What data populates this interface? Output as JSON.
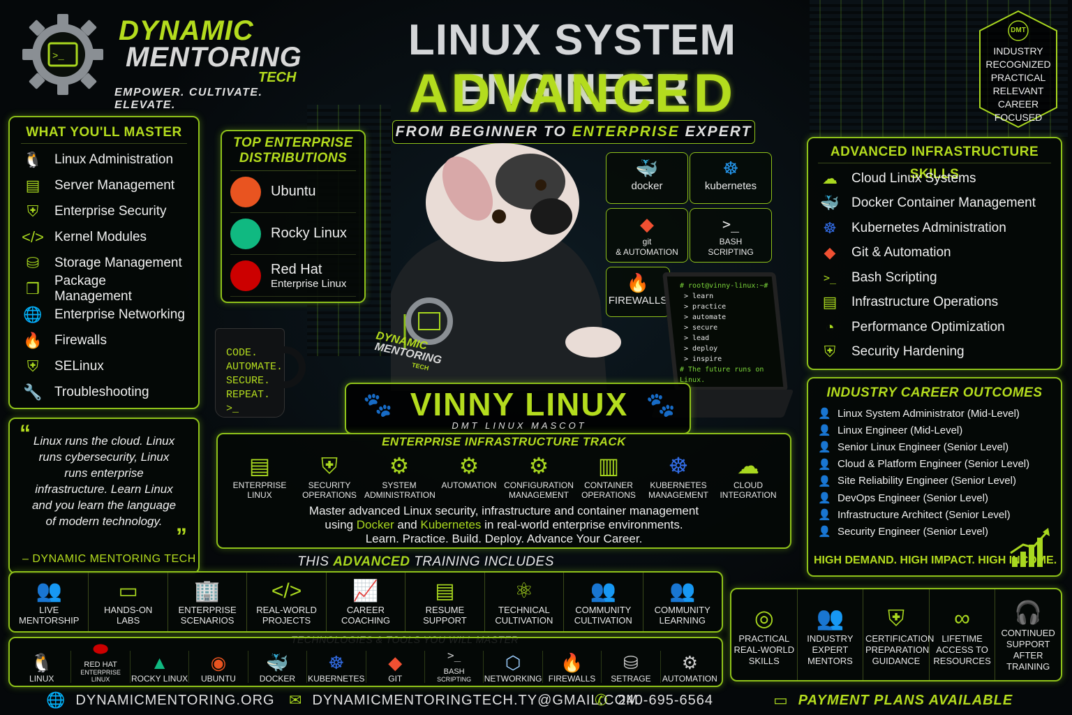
{
  "brand": {
    "line1": "DYNAMIC",
    "line2": "MENTORING",
    "line3": "TECH",
    "tagline": "EMPOWER. CULTIVATE. ELEVATE."
  },
  "title": {
    "line1": "LINUX SYSTEM ENGINEER",
    "line2": "ADVANCED",
    "subtitle_a": "FROM BEGINNER TO",
    "subtitle_b": "ENTERPRISE",
    "subtitle_c": "EXPERT"
  },
  "badge": {
    "logo": "DMT",
    "lines": [
      "INDUSTRY",
      "RECOGNIZED",
      "PRACTICAL",
      "RELEVANT",
      "CAREER",
      "FOCUSED"
    ]
  },
  "master": {
    "heading": "WHAT YOU'LL MASTER",
    "items": [
      {
        "label": "Linux Administration",
        "icon": "tux-icon",
        "glyph": "🐧"
      },
      {
        "label": "Server Management",
        "icon": "server-icon",
        "glyph": "▤"
      },
      {
        "label": "Enterprise Security",
        "icon": "shield-icon",
        "glyph": "⛨"
      },
      {
        "label": "Kernel Modules",
        "icon": "code-icon",
        "glyph": "</>"
      },
      {
        "label": "Storage Management",
        "icon": "database-icon",
        "glyph": "⛁"
      },
      {
        "label": "Package Management",
        "icon": "package-icon",
        "glyph": "❒"
      },
      {
        "label": "Enterprise Networking",
        "icon": "globe-icon",
        "glyph": "🌐"
      },
      {
        "label": "Firewalls",
        "icon": "flame-icon",
        "glyph": "🔥"
      },
      {
        "label": "SELinux",
        "icon": "shield-icon",
        "glyph": "⛨"
      },
      {
        "label": "Troubleshooting",
        "icon": "wrench-icon",
        "glyph": "🔧"
      }
    ]
  },
  "distros": {
    "heading_1": "TOP ENTERPRISE",
    "heading_2": "DISTRIBUTIONS",
    "items": [
      {
        "label": "Ubuntu",
        "sub": "",
        "icon": "ubuntu-icon",
        "color": "#e95420"
      },
      {
        "label": "Rocky Linux",
        "sub": "",
        "icon": "rocky-linux-icon",
        "color": "#10b981"
      },
      {
        "label": "Red Hat",
        "sub": "Enterprise Linux",
        "icon": "redhat-icon",
        "color": "#cc0000"
      }
    ]
  },
  "tool_tiles": [
    {
      "label": "docker",
      "sub": "",
      "icon": "docker-icon",
      "glyph": "🐳"
    },
    {
      "label": "kubernetes",
      "sub": "",
      "icon": "kubernetes-icon",
      "glyph": "☸"
    },
    {
      "label": "git",
      "sub": "& AUTOMATION",
      "icon": "git-icon",
      "glyph": "◆"
    },
    {
      "label": "BASH",
      "sub": "SCRIPTING",
      "icon": "terminal-icon",
      "glyph": ">_"
    },
    {
      "label": "FIREWALLS",
      "sub": "",
      "icon": "firewall-icon",
      "glyph": "🔥"
    }
  ],
  "mug": {
    "lines": [
      "CODE.",
      "AUTOMATE.",
      "SECURE.",
      "REPEAT.",
      ">_"
    ]
  },
  "terminal": {
    "prompt": "# root@vinny-linux:~#",
    "lines": [
      "> learn",
      "> practice",
      "> automate",
      "> secure",
      "> lead",
      "> deploy",
      "> inspire"
    ],
    "footer": "# The future runs on Linux."
  },
  "mascot": {
    "name": "VINNY LINUX",
    "caption": "DMT LINUX MASCOT",
    "hoodie_1": "DYNAMIC",
    "hoodie_2": "MENTORING",
    "hoodie_3": "TECH"
  },
  "advanced_skills": {
    "heading": "ADVANCED INFRASTRUCTURE SKILLS",
    "items": [
      {
        "label": "Cloud Linux Systems",
        "icon": "cloud-icon",
        "glyph": "☁"
      },
      {
        "label": "Docker Container Management",
        "icon": "docker-icon",
        "glyph": "🐳"
      },
      {
        "label": "Kubernetes Administration",
        "icon": "kubernetes-icon",
        "glyph": "☸"
      },
      {
        "label": "Git & Automation",
        "icon": "git-icon",
        "glyph": "◆"
      },
      {
        "label": "Bash Scripting",
        "icon": "terminal-icon",
        "glyph": ">_"
      },
      {
        "label": "Infrastructure Operations",
        "icon": "server-icon",
        "glyph": "▤"
      },
      {
        "label": "Performance Optimization",
        "icon": "gauge-icon",
        "glyph": "◔"
      },
      {
        "label": "Security Hardening",
        "icon": "shield-icon",
        "glyph": "⛨"
      }
    ]
  },
  "careers": {
    "heading": "INDUSTRY CAREER OUTCOMES",
    "items": [
      "Linux System Administrator (Mid-Level)",
      "Linux Engineer (Mid-Level)",
      "Senior Linux Engineer (Senior Level)",
      "Cloud & Platform Engineer (Senior Level)",
      "Site Reliability Engineer (Senior Level)",
      "DevOps Engineer (Senior Level)",
      "Infrastructure Architect (Senior Level)",
      "Security Engineer (Senior Level)"
    ],
    "footer": "HIGH DEMAND. HIGH IMPACT. HIGH INCOME."
  },
  "quote": {
    "text": "Linux runs the cloud. Linux runs cybersecurity, Linux runs enterprise infrastructure. Learn Linux and you learn the language of modern technology.",
    "attribution": "– DYNAMIC MENTORING TECH"
  },
  "track": {
    "heading": "ENTERPRISE INFRASTRUCTURE TRACK",
    "items": [
      {
        "label": "ENTERPRISE LINUX",
        "icon": "server-icon",
        "glyph": "▤"
      },
      {
        "label": "SECURITY OPERATIONS",
        "icon": "shield-icon",
        "glyph": "⛨"
      },
      {
        "label": "SYSTEM ADMINISTRATION",
        "icon": "gear-icon",
        "glyph": "⚙"
      },
      {
        "label": "AUTOMATION",
        "icon": "gear-icon",
        "glyph": "⚙"
      },
      {
        "label": "CONFIGURATION MANAGEMENT",
        "icon": "gear-icon",
        "glyph": "⚙"
      },
      {
        "label": "CONTAINER OPERATIONS",
        "icon": "container-icon",
        "glyph": "▥"
      },
      {
        "label": "KUBERNETES MANAGEMENT",
        "icon": "kubernetes-icon",
        "glyph": "☸"
      },
      {
        "label": "CLOUD INTEGRATION",
        "icon": "cloud-icon",
        "glyph": "☁"
      }
    ],
    "desc_1": "Master advanced Linux security, infrastructure and container management",
    "desc_2a": "using",
    "desc_2b": "Docker",
    "desc_2c": "and",
    "desc_2d": "Kubernetes",
    "desc_2e": "in real-world enterprise environments.",
    "desc_3": "Learn. Practice. Build. Deploy. Advance Your Career."
  },
  "includes": {
    "heading_a": "THIS",
    "heading_b": "ADVANCED",
    "heading_c": "TRAINING INCLUDES",
    "items": [
      {
        "label": "LIVE MENTORSHIP",
        "icon": "mentor-icon",
        "glyph": "👥"
      },
      {
        "label": "HANDS-ON LABS",
        "icon": "terminal-icon",
        "glyph": "▭"
      },
      {
        "label": "ENTERPRISE SCENARIOS",
        "icon": "building-icon",
        "glyph": "🏢"
      },
      {
        "label": "REAL-WORLD PROJECTS",
        "icon": "code-icon",
        "glyph": "</>"
      },
      {
        "label": "CAREER COACHING",
        "icon": "growth-icon",
        "glyph": "📈"
      },
      {
        "label": "RESUME SUPPORT",
        "icon": "resume-icon",
        "glyph": "▤"
      },
      {
        "label": "TECHNICAL CULTIVATION",
        "icon": "brain-icon",
        "glyph": "⚛"
      },
      {
        "label": "COMMUNITY CULTIVATION",
        "icon": "community-icon",
        "glyph": "👥"
      },
      {
        "label": "COMMUNITY LEARNING",
        "icon": "community-icon",
        "glyph": "👥"
      }
    ]
  },
  "benefits": [
    {
      "label": "PRACTICAL REAL-WORLD SKILLS",
      "icon": "target-icon",
      "glyph": "◎"
    },
    {
      "label": "INDUSTRY EXPERT MENTORS",
      "icon": "mentor-icon",
      "glyph": "👥"
    },
    {
      "label": "CERTIFICATION PREPARATION GUIDANCE",
      "icon": "certificate-icon",
      "glyph": "⛨"
    },
    {
      "label": "LIFETIME ACCESS TO RESOURCES",
      "icon": "infinity-icon",
      "glyph": "∞"
    },
    {
      "label": "CONTINUED SUPPORT AFTER TRAINING",
      "icon": "headset-icon",
      "glyph": "🎧"
    }
  ],
  "tech": {
    "heading": "TECHNOLOGIES & TOOLS YOU WILL MASTER",
    "items": [
      {
        "label": "LINUX",
        "sub": "",
        "icon": "tux-icon",
        "glyph": "🐧",
        "color": "#ffffff"
      },
      {
        "label": "RED HAT",
        "sub": "ENTERPRISE LINUX",
        "icon": "redhat-icon",
        "glyph": "⬬",
        "color": "#cc0000"
      },
      {
        "label": "ROCKY LINUX",
        "sub": "",
        "icon": "rocky-linux-icon",
        "glyph": "▲",
        "color": "#10b981"
      },
      {
        "label": "UBUNTU",
        "sub": "",
        "icon": "ubuntu-icon",
        "glyph": "◉",
        "color": "#e95420"
      },
      {
        "label": "DOCKER",
        "sub": "",
        "icon": "docker-icon",
        "glyph": "🐳",
        "color": "#2496ed"
      },
      {
        "label": "KUBERNETES",
        "sub": "",
        "icon": "kubernetes-icon",
        "glyph": "☸",
        "color": "#326ce5"
      },
      {
        "label": "GIT",
        "sub": "",
        "icon": "git-icon",
        "glyph": "◆",
        "color": "#f05032"
      },
      {
        "label": "BASH",
        "sub": "SCRIPTING",
        "icon": "terminal-icon",
        "glyph": ">_",
        "color": "#cccccc"
      },
      {
        "label": "NETWORKING",
        "sub": "",
        "icon": "network-icon",
        "glyph": "⬡",
        "color": "#9ecfff"
      },
      {
        "label": "FIREWALLS",
        "sub": "",
        "icon": "firewall-icon",
        "glyph": "🔥",
        "color": "#ff6a1a"
      },
      {
        "label": "SETRAGE",
        "sub": "",
        "icon": "database-icon",
        "glyph": "⛁",
        "color": "#cccccc"
      },
      {
        "label": "AUTOMATION",
        "sub": "",
        "icon": "gear-icon",
        "glyph": "⚙",
        "color": "#cccccc"
      }
    ]
  },
  "footer": {
    "website": "DYNAMICMENTORING.ORG",
    "email": "DYNAMICMENTORINGTECH.TY@GMAIL.COM",
    "phone": "240-695-6564",
    "payment": "PAYMENT PLANS AVAILABLE"
  },
  "colors": {
    "accent": "#a9d81f",
    "background": "#05080a"
  }
}
